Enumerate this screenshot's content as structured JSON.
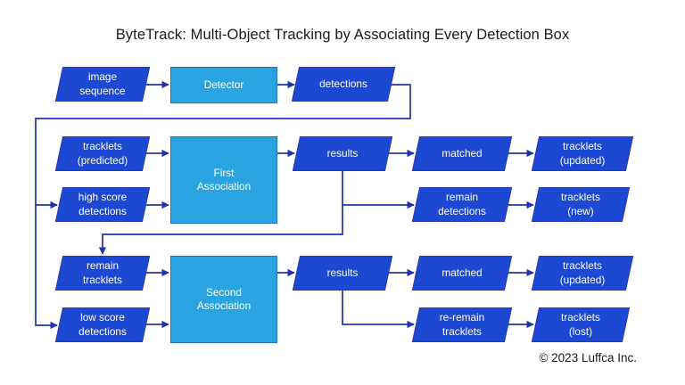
{
  "title": "ByteTrack: Multi-Object Tracking by Associating Every Detection Box",
  "copyright": "© 2023 Luffca Inc.",
  "colors": {
    "shape_fill": "#1c48d2",
    "shape_border": "#2a3ab8",
    "process_fill": "#29a4e0",
    "process_border": "#1e74c4",
    "connector": "#2233ae",
    "title_color": "#1a1a1a",
    "label_color": "#ffffff"
  },
  "nodes": {
    "image_sequence": "image\nsequence",
    "detector": "Detector",
    "detections": "detections",
    "tracklets_predicted": "tracklets\n(predicted)",
    "high_score_detections": "high score\ndetections",
    "first_association": "First\nAssociation",
    "results_1": "results",
    "matched_1": "matched",
    "tracklets_updated_1": "tracklets\n(updated)",
    "remain_detections": "remain\ndetections",
    "tracklets_new": "tracklets\n(new)",
    "remain_tracklets": "remain\ntracklets",
    "low_score_detections": "low score\ndetections",
    "second_association": "Second\nAssociation",
    "results_2": "results",
    "matched_2": "matched",
    "tracklets_updated_2": "tracklets\n(updated)",
    "re_remain_tracklets": "re-remain\ntracklets",
    "tracklets_lost": "tracklets\n(lost)"
  }
}
